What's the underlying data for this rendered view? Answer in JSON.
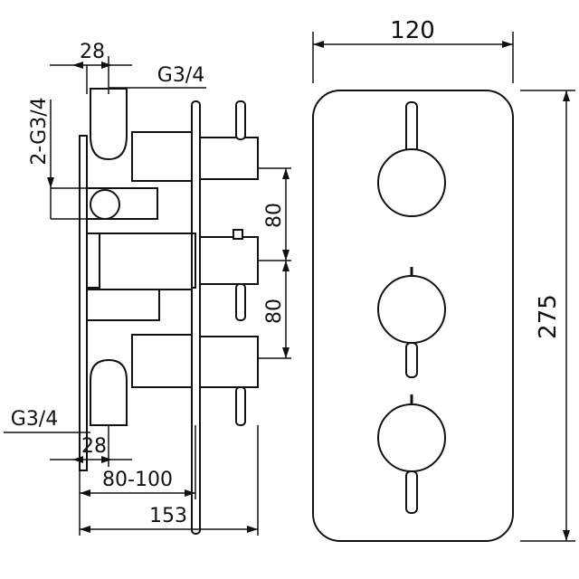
{
  "dimensions": {
    "top_width": "120",
    "side_height": "275",
    "top_pipe_offset": "28",
    "top_thread": "G3/4",
    "side_thread": "2-G3/4",
    "spacing_upper": "80",
    "spacing_lower": "80",
    "bottom_thread": "G3/4",
    "bottom_pipe_offset": "28",
    "depth_range": "80-100",
    "overall_depth": "153"
  },
  "colors": {
    "line": "#111111",
    "background": "#ffffff"
  }
}
